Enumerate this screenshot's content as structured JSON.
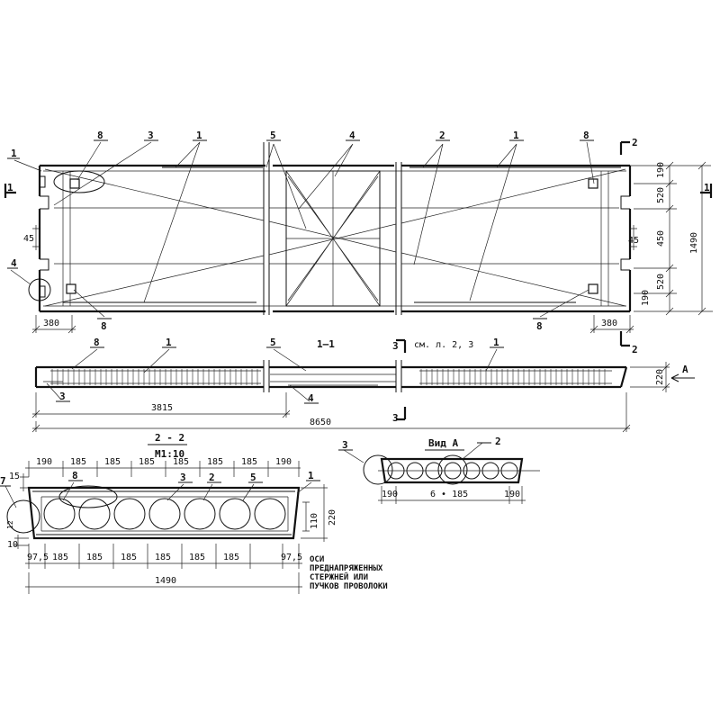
{
  "plan": {
    "dims": {
      "top_right": "190",
      "mid_upper": "520",
      "mid": "450",
      "mid_lower": "520",
      "bottom_right": "190",
      "overall_width": "1490",
      "end_left": "380",
      "end_right": "380",
      "gap_left": "45",
      "gap_right": "45"
    },
    "callouts": {
      "c1_top_left": "1",
      "c8_top_left": "8",
      "c3_top": "3",
      "c1_top_a": "1",
      "c5_top": "5",
      "c4_top": "4",
      "c2_top": "2",
      "c1_top_b": "1",
      "c8_top_right": "8",
      "c4_left": "4",
      "c8_bottom_left": "8",
      "c8_bottom_right": "8"
    },
    "section_marks": {
      "s1_left": "1",
      "s1_right": "1",
      "s2_top": "2",
      "s2_bottom": "2"
    }
  },
  "elevation": {
    "title": "1—1",
    "callouts": {
      "c8": "8",
      "c1_left": "1",
      "c5": "5",
      "c1_right": "1",
      "c3": "3",
      "c4": "4"
    },
    "section_mark_top": "3",
    "section_mark_bottom": "3",
    "note": "см. л. 2, 3",
    "view_label": "A",
    "dims": {
      "height": "220",
      "half_length": "3815",
      "total_length": "8650"
    }
  },
  "section22": {
    "title": "2 - 2",
    "scale": "М1:10",
    "top_dims": [
      "190",
      "185",
      "185",
      "185",
      "185",
      "185",
      "185",
      "190"
    ],
    "bottom_dims": [
      "97,5",
      "185",
      "185",
      "185",
      "185",
      "185",
      "185",
      "97,5"
    ],
    "overall": "1490",
    "side_dims": {
      "d15": "15",
      "d10": "10",
      "d12": "12",
      "d110": "110",
      "d220": "220"
    },
    "callouts": {
      "c7": "7",
      "c8": "8",
      "c3": "3",
      "c2": "2",
      "c5": "5",
      "c1": "1"
    },
    "note_lines": [
      "ОСИ",
      "ПРЕДНАПРЯЖЕННЫХ",
      "СТЕРЖНЕЙ ИЛИ",
      "ПУЧКОВ ПРОВОЛОКИ"
    ]
  },
  "viewA": {
    "title": "Вид А",
    "callouts": {
      "c3": "3",
      "c2": "2"
    },
    "dims": {
      "left": "190",
      "mid": "6 • 185",
      "right": "190"
    }
  }
}
